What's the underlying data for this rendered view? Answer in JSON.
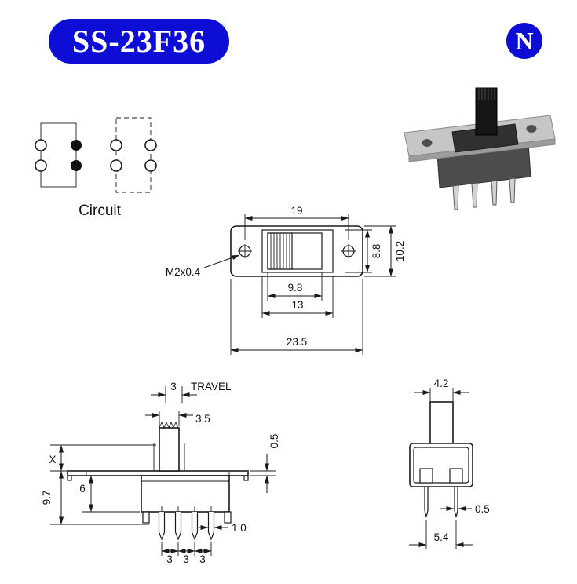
{
  "header": {
    "part_number": "SS-23F36",
    "logo_letter": "N"
  },
  "circuit": {
    "label": "Circuit"
  },
  "front_view": {
    "hole_spacing": "19",
    "inner_height": "8.8",
    "total_height": "10.2",
    "thread": "M2x0.4",
    "slot_width": "9.8",
    "body_width": "13",
    "total_width": "23.5"
  },
  "side_view": {
    "travel_value": "3",
    "travel_label": "TRAVEL",
    "knob_width": "3.5",
    "height_x": "X",
    "plate_thickness": "0.5",
    "below_height": "9.7",
    "body_height": "6",
    "pin_width": "1.0",
    "pitch_1": "3",
    "pitch_2": "3",
    "pitch_3": "3"
  },
  "end_view": {
    "knob_width": "4.2",
    "pin_thickness": "0.5",
    "pin_spacing": "5.4"
  },
  "colors": {
    "accent": "#0d0dd6",
    "ink": "#1a1a1a"
  }
}
